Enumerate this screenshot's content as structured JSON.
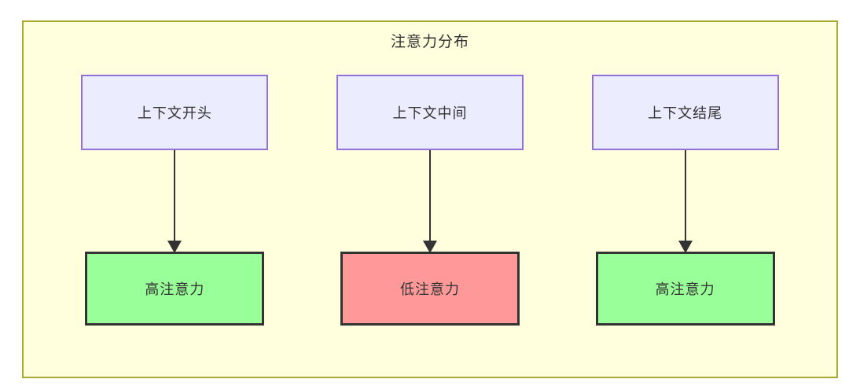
{
  "diagram": {
    "title": "注意力分布",
    "columns": [
      {
        "source": "上下文开头",
        "target": "高注意力",
        "level": "high"
      },
      {
        "source": "上下文中间",
        "target": "低注意力",
        "level": "low"
      },
      {
        "source": "上下文结尾",
        "target": "高注意力",
        "level": "high"
      }
    ],
    "colors": {
      "container_bg": "#ffffde",
      "container_border": "#aaaa33",
      "source_node_bg": "#ececff",
      "source_node_border": "#9370db",
      "high_attention_bg": "#99ff99",
      "low_attention_bg": "#ff9999",
      "node_border": "#333333",
      "arrow": "#333333",
      "text": "#333333"
    }
  }
}
